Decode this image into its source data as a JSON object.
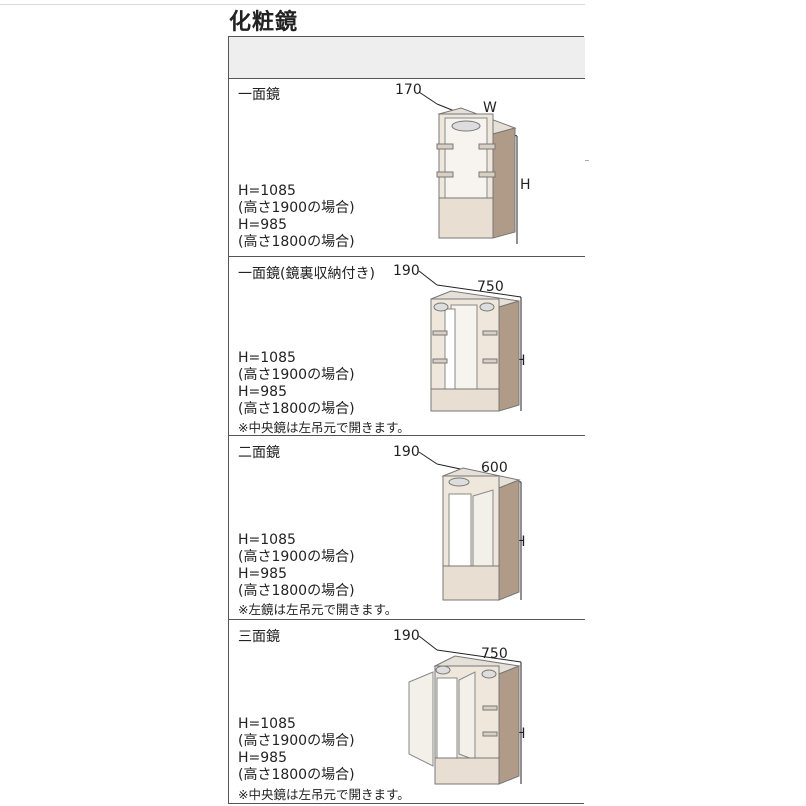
{
  "page": {
    "title": "化粧鏡"
  },
  "rows": [
    {
      "label": "一面鏡",
      "heights": [
        "H=1085",
        "(高さ1900の場合)",
        "H=985",
        "(高さ1800の場合)"
      ],
      "note": "",
      "dims": {
        "depth": "170",
        "width": "W",
        "height": "H"
      }
    },
    {
      "label": "一面鏡(鏡裏収納付き)",
      "heights": [
        "H=1085",
        "(高さ1900の場合)",
        "H=985",
        "(高さ1800の場合)"
      ],
      "note": "※中央鏡は左吊元で開きます。",
      "dims": {
        "depth": "190",
        "width": "750",
        "height": "H"
      }
    },
    {
      "label": "二面鏡",
      "heights": [
        "H=1085",
        "(高さ1900の場合)",
        "H=985",
        "(高さ1800の場合)"
      ],
      "note": "※左鏡は左吊元で開きます。",
      "dims": {
        "depth": "190",
        "width": "600",
        "height": "H"
      }
    },
    {
      "label": "三面鏡",
      "heights": [
        "H=1085",
        "(高さ1900の場合)",
        "H=985",
        "(高さ1800の場合)"
      ],
      "note": "※中央鏡は左吊元で開きます。",
      "dims": {
        "depth": "190",
        "width": "750",
        "height": "H"
      }
    }
  ]
}
